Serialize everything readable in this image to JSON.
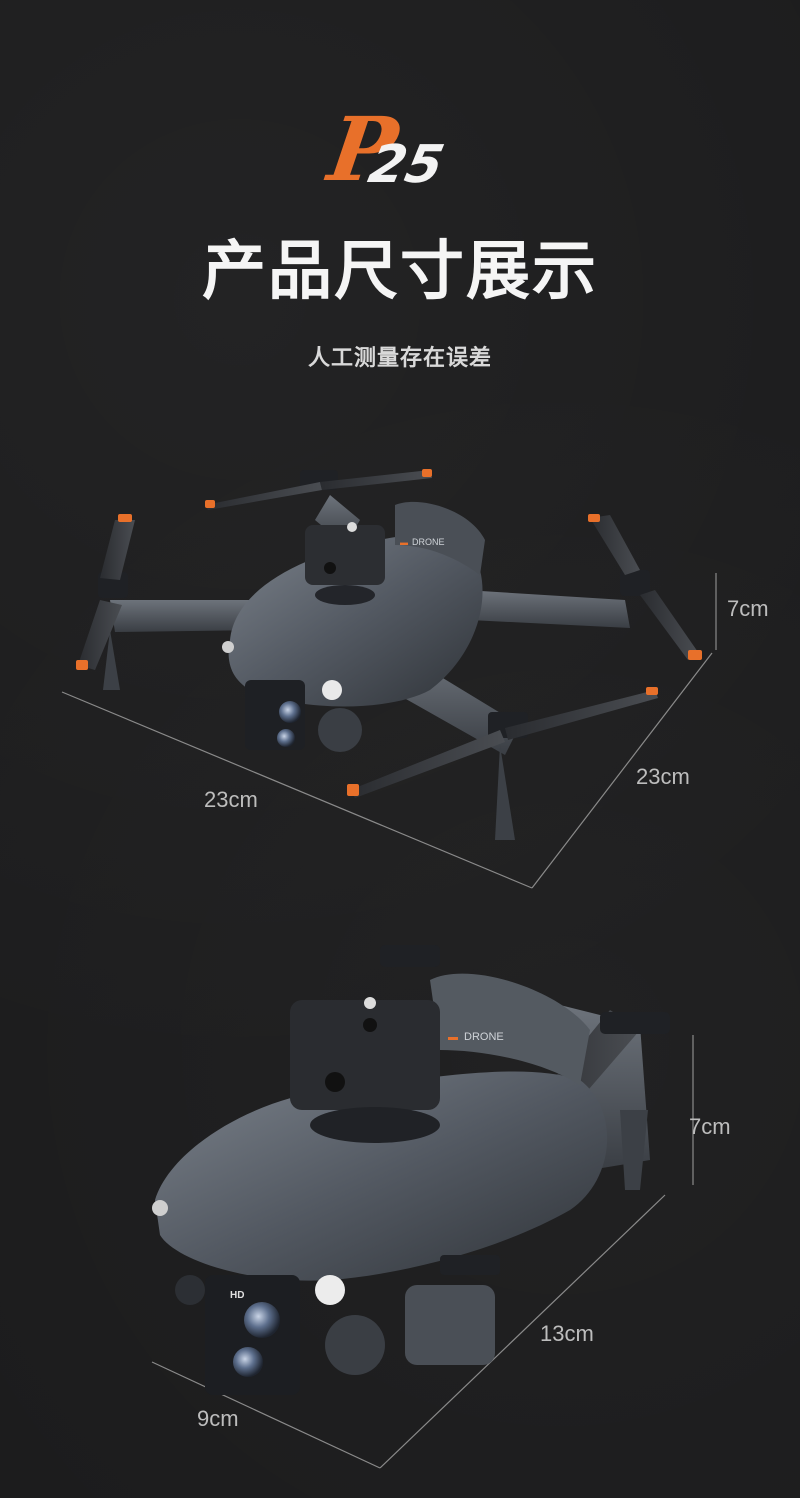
{
  "logo": {
    "letter": "P",
    "number": "25"
  },
  "header": {
    "title": "产品尺寸展示",
    "subtitle": "人工测量存在误差"
  },
  "drone_top": {
    "body_brand": "DRONE",
    "dimensions": {
      "height": "7cm",
      "length": "23cm",
      "width": "23cm"
    }
  },
  "drone_folded": {
    "body_brand": "DRONE",
    "camera_badge": "HD",
    "dimensions": {
      "height": "7cm",
      "length": "13cm",
      "width": "9cm"
    }
  },
  "colors": {
    "accent": "#e8702a",
    "body": "#5a6068",
    "background": "#1c1c1d"
  }
}
